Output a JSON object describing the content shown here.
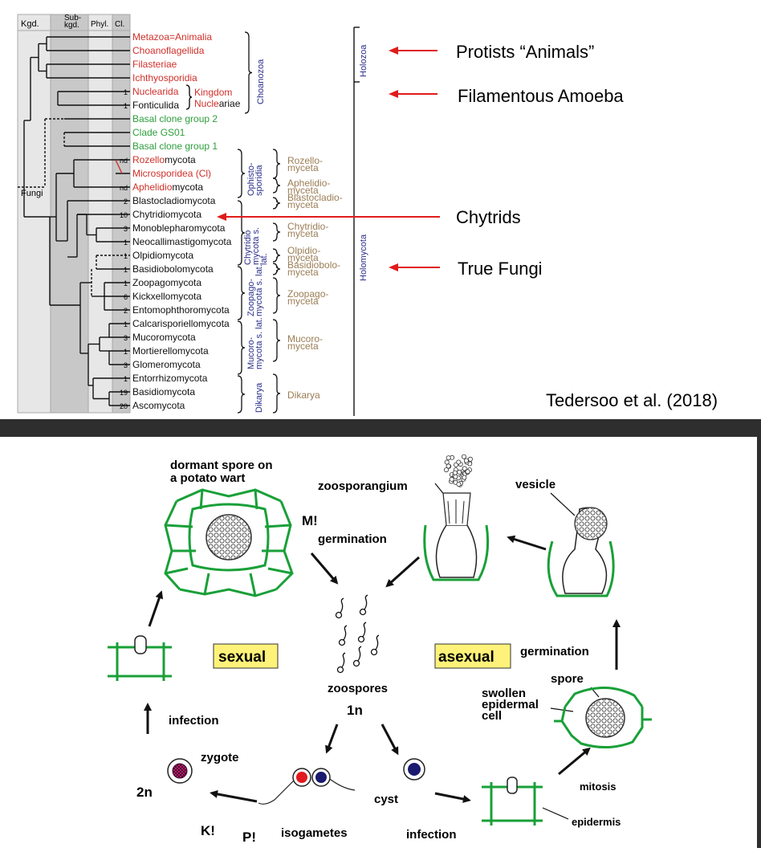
{
  "tree": {
    "headers": {
      "kgd": "Kgd.",
      "subkgd": "Sub-\nkgd.",
      "phyl": "Phyl.",
      "cl": "Cl."
    },
    "fungi_label": "Fungi",
    "taxa": [
      {
        "name": "Metazoa=Animalia",
        "count": "",
        "color": "red"
      },
      {
        "name": "Choanoflagellida",
        "count": "",
        "color": "red"
      },
      {
        "name": "Filasteriae",
        "count": "",
        "color": "red"
      },
      {
        "name": "Ichthyosporidia",
        "count": "",
        "color": "red"
      },
      {
        "name": "Nuclearida",
        "count": "1",
        "color": "red"
      },
      {
        "name": "Fonticulida",
        "count": "1",
        "color": "black"
      },
      {
        "name": "Basal clone group 2",
        "count": "",
        "color": "green"
      },
      {
        "name": "Clade GS01",
        "count": "",
        "color": "green"
      },
      {
        "name": "Basal clone group 1",
        "count": "",
        "color": "green"
      },
      {
        "name": "Rozellomycota",
        "count": "nd",
        "color": "mixed",
        "red_part": "Rozello",
        "black_part": "mycota"
      },
      {
        "name": "Microsporidea (Cl)",
        "count": "",
        "color": "red"
      },
      {
        "name": "Aphelidiomycota",
        "count": "nd",
        "color": "mixed",
        "red_part": "Aphelidio",
        "black_part": "mycota"
      },
      {
        "name": "Blastocladiomycota",
        "count": "2",
        "color": "black"
      },
      {
        "name": "Chytridiomycota",
        "count": "10",
        "color": "black"
      },
      {
        "name": "Monoblepharomycota",
        "count": "3",
        "color": "black"
      },
      {
        "name": "Neocallimastigomycota",
        "count": "1",
        "color": "black"
      },
      {
        "name": "Olpidiomycota",
        "count": "1",
        "color": "black"
      },
      {
        "name": "Basidiobolomycota",
        "count": "1",
        "color": "black"
      },
      {
        "name": "Zoopagomycota",
        "count": "1",
        "color": "black"
      },
      {
        "name": "Kickxellomycota",
        "count": "6",
        "color": "black"
      },
      {
        "name": "Entomophthoromycota",
        "count": "2",
        "color": "black"
      },
      {
        "name": "Calcarisporiellomycota",
        "count": "1",
        "color": "black"
      },
      {
        "name": "Mucoromycota",
        "count": "3",
        "color": "black"
      },
      {
        "name": "Mortierellomycota",
        "count": "1",
        "color": "black"
      },
      {
        "name": "Glomeromycota",
        "count": "3",
        "color": "black"
      },
      {
        "name": "Entorrhizomycota",
        "count": "1",
        "color": "black"
      },
      {
        "name": "Basidiomycota",
        "count": "19",
        "color": "black"
      },
      {
        "name": "Ascomycota",
        "count": "20",
        "color": "black"
      }
    ],
    "kingdom_label": "Kingdom",
    "nucleariae_label": "Nucleariae",
    "nucleariae_red": "Nucle",
    "nucleariae_black": "ariae",
    "choanozoa": "Choanozoa",
    "ophistosporidia": "Ophisto-\nsporidia",
    "chytridio_lat": "Chytridio\nmycota s.\nlat.",
    "zoopago_lat": "Zoopago-\nmycota s. lat.",
    "mucoro_lat": "Mucoro-\nmycota s. lat.",
    "dikarya_v": "Dikarya",
    "holozoa": "Holozoa",
    "holomycota": "Holomycota",
    "groups": [
      "Rozello-\nmyceta",
      "Aphelidio-\nmyceta",
      "Blastocladio-\nmyceta",
      "Chytridio-\nmyceta",
      "Olpidio-\nmyceta",
      "Basidiobolo-\nmyceta",
      "Zoopago-\nmyceta",
      "Mucoro-\nmyceta",
      "Dikarya"
    ]
  },
  "annotations": {
    "protists": "Protists “Animals”",
    "amoeba": "Filamentous Amoeba",
    "chytrids": "Chytrids",
    "true_fungi": "True Fungi",
    "citation": "Tedersoo et al. (2018)"
  },
  "cycle": {
    "dormant_spore": "dormant spore on\na potato wart",
    "m_mark": "M!",
    "germination_left": "germination",
    "zoosporangium": "zoosporangium",
    "vesicle": "vesicle",
    "sexual": "sexual",
    "asexual": "asexual",
    "germination_right": "germination",
    "zoospores": "zoospores",
    "ploidy_1n": "1n",
    "spore": "spore",
    "swollen_cell": "swollen\nepidermal\ncell",
    "infection_left": "infection",
    "zygote": "zygote",
    "ploidy_2n": "2n",
    "k_mark": "K!",
    "p_mark": "P!",
    "isogametes": "isogametes",
    "cyst": "cyst",
    "infection_bottom": "infection",
    "mitosis": "mitosis",
    "epidermis": "epidermis"
  },
  "colors": {
    "red": "#d0302a",
    "green": "#2e9e3c",
    "tan": "#9b7d55",
    "navy": "#2b2f8a",
    "arrow_red": "#e01b1b",
    "cell_green": "#19a038",
    "label_yellow": "#fff27a",
    "dark": "#2e2e2e"
  }
}
